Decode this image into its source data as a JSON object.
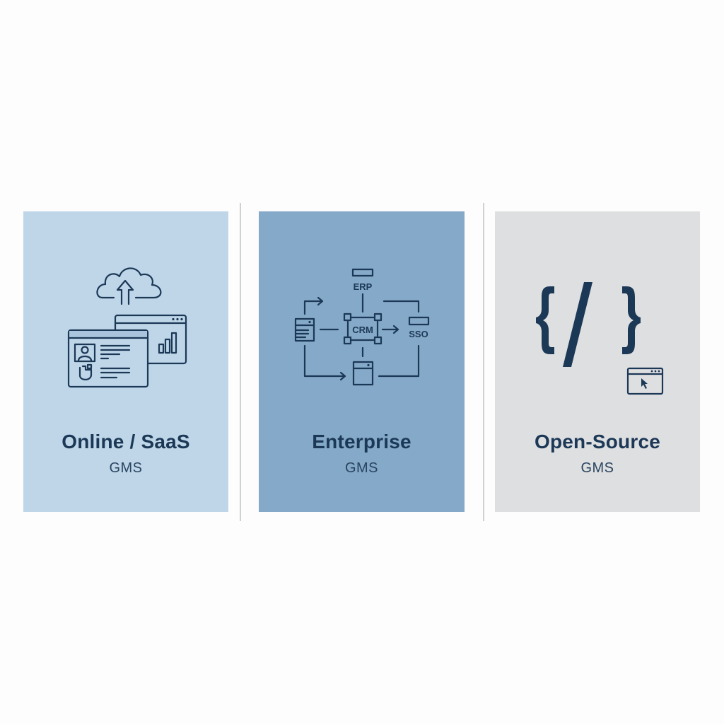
{
  "cards": [
    {
      "title": "Online / SaaS",
      "subtitle": "GMS",
      "icon": "cloud-upload-with-browser-windows-icon",
      "background": "#bfd6e8"
    },
    {
      "title": "Enterprise",
      "subtitle": "GMS",
      "icon": "integration-network-icon",
      "background": "#85a9c8",
      "diagram_labels": {
        "top": "ERP",
        "center": "CRM",
        "right": "SSO"
      }
    },
    {
      "title": "Open-Source",
      "subtitle": "GMS",
      "icon": "code-brackets-icon",
      "icon_text": "{/}",
      "background": "#dedfe0"
    }
  ],
  "colors": {
    "ink": "#1c3857",
    "page_background": "#fdfdfd",
    "divider": "#cfd1d3"
  }
}
